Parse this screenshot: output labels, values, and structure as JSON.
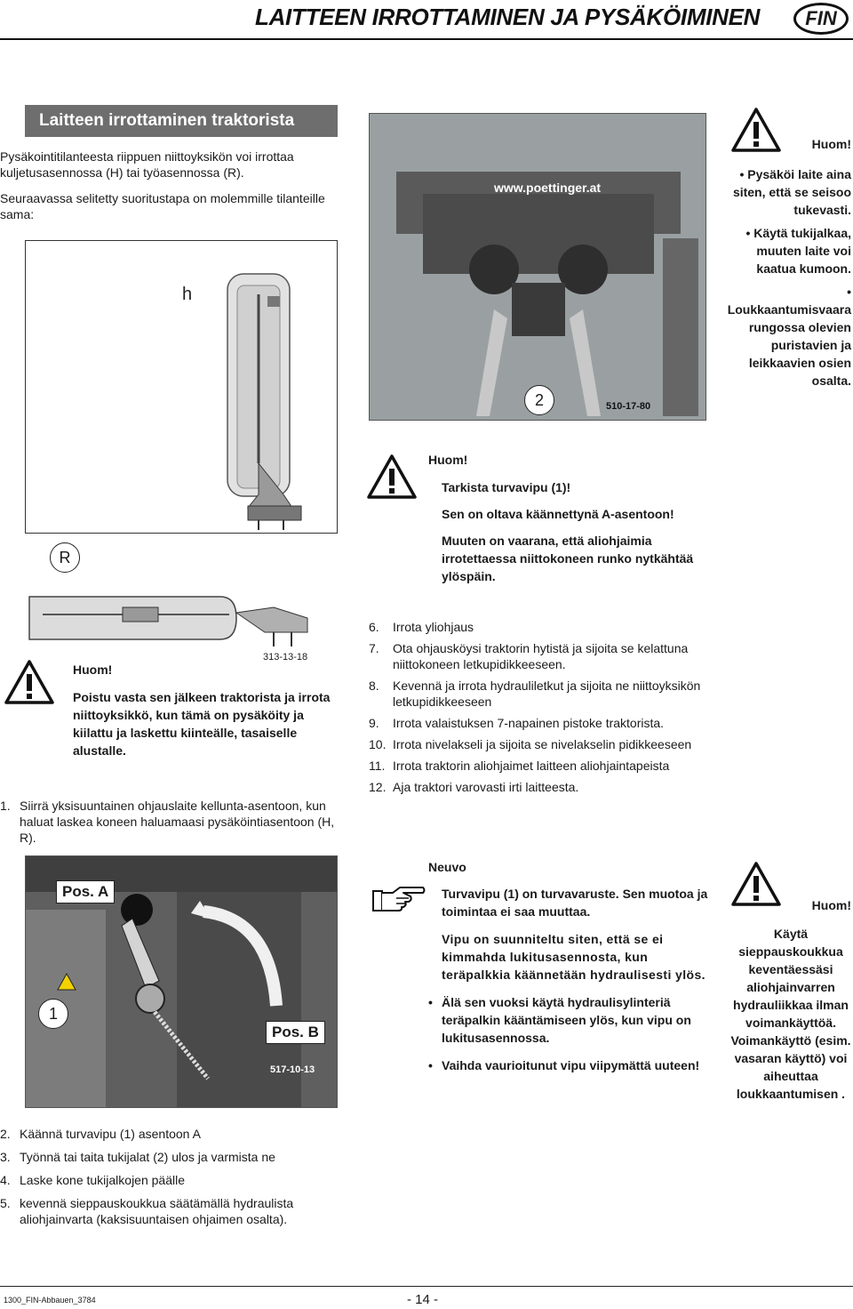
{
  "header": {
    "title": "LAITTEEN IRROTTAMINEN JA PYSÄKÖIMINEN",
    "lang_badge": "FIN"
  },
  "section": {
    "title": "Laitteen irrottaminen traktorista",
    "intro_1": "Pysäkointitilanteesta riippuen niittoyksikön voi irrottaa kuljetusasennossa (H) tai työasennossa (R).",
    "intro_2": "Seuraavassa selitetty suoritustapa on molemmille tilanteille sama:"
  },
  "figure_top": {
    "label_h": "h",
    "label_r": "R",
    "code": "313-13-18"
  },
  "photo_top": {
    "label": "2",
    "website": "www.poettinger.at",
    "code": "510-17-80"
  },
  "warning_right": {
    "title": "Huom!",
    "bullets": [
      "Pysäköi laite aina siten, että se seisoo tukevasti.",
      "Käytä tukijalkaa, muuten laite voi kaatua kumoon.",
      "Loukkaantumisvaara rungossa olevien puristavien ja leikkaavien osien osalta."
    ]
  },
  "warning_center": {
    "title": "Huom!",
    "line_1": "Tarkista turvavipu (1)!",
    "line_2": "Sen on oltava käännettynä A-asentoon!",
    "line_3": "Muuten on vaarana, että aliohjaimia irrotettaessa niittokoneen runko nytkähtää ylöspäin."
  },
  "warning_left": {
    "title": "Huom!",
    "text": "Poistu vasta sen jälkeen traktorista ja irrota niittoyksikkö, kun tämä on pysäköity ja kiilattu ja laskettu kiinteälle, tasaiselle alustalle."
  },
  "step_1": {
    "num": "1.",
    "text": "Siirrä yksisuuntainen ohjauslaite kellunta-asentoon, kun haluat laskea koneen haluamaasi pysäköintiasentoon (H, R)."
  },
  "photo_bottom": {
    "pos_a": "Pos. A",
    "pos_b": "Pos. B",
    "label": "1",
    "code": "517-10-13"
  },
  "steps_left": [
    {
      "num": "2.",
      "text": "Käännä turvavipu (1) asentoon A"
    },
    {
      "num": "3.",
      "text": "Työnnä tai taita tukijalat (2) ulos ja varmista ne"
    },
    {
      "num": "4.",
      "text": "Laske kone tukijalkojen päälle"
    },
    {
      "num": "5.",
      "text": "kevennä sieppauskoukkua säätämällä hydraulista aliohjainvarta (kaksisuuntaisen ohjaimen osalta)."
    }
  ],
  "steps_right": [
    {
      "num": "6.",
      "text": "Irrota yliohjaus"
    },
    {
      "num": "7.",
      "text": "Ota ohjausköysi traktorin hytistä ja sijoita se kelattuna niittokoneen letkupidikkeeseen."
    },
    {
      "num": "8.",
      "text": "Kevennä ja irrota hydrauliletkut ja sijoita ne niittoyksikön letkupidikkeeseen"
    },
    {
      "num": "9.",
      "text": "Irrota valaistuksen 7-napainen pistoke traktorista."
    },
    {
      "num": "10.",
      "text": "Irrota nivelakseli ja sijoita se nivelakselin pidikkeeseen"
    },
    {
      "num": "11.",
      "text": "Irrota traktorin aliohjaimet laitteen aliohjaintapeista"
    },
    {
      "num": "12.",
      "text": "Aja traktori varovasti irti laitteesta."
    }
  ],
  "advice": {
    "title": "Neuvo",
    "p1": "Turvavipu (1) on turvavaruste. Sen muotoa ja toimintaa ei saa muuttaa.",
    "p2": "Vipu on suunniteltu siten, että se ei kimmahda lukitusasennosta, kun teräpalkkia käännetään hydraulisesti ylös.",
    "bullet_1": "Älä sen vuoksi käytä hydraulisylinteriä teräpalkin kääntämiseen ylös, kun vipu on lukitusasennossa.",
    "bullet_2": "Vaihda vaurioitunut vipu viipymättä uuteen!"
  },
  "warning_bottom_right": {
    "title": "Huom!",
    "text": "Käytä sieppauskoukkua keventäessäsi aliohjainvarren hydrauliikkaa ilman voimankäyttöä. Voimankäyttö (esim. vasaran käyttö) voi aiheuttaa loukkaantumisen ."
  },
  "footer": {
    "doc_code": "1300_FIN-Abbauen_3784",
    "page": "- 14 -"
  }
}
